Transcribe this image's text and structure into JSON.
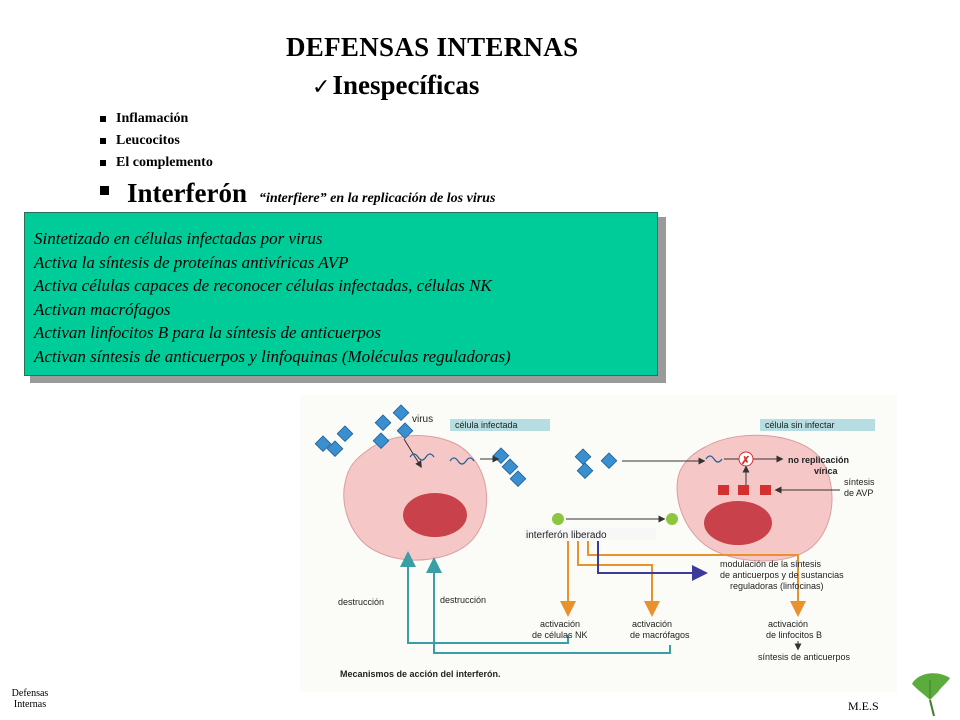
{
  "header": {
    "title": "DEFENSAS INTERNAS",
    "subtitle_check": "✓",
    "subtitle": "Inespecíficas"
  },
  "bullets": [
    {
      "label": "Inflamación"
    },
    {
      "label": "Leucocitos"
    },
    {
      "label": "El complemento"
    }
  ],
  "interferon": {
    "label": "Interferón",
    "note": "“interfiere” en la replicación de los virus"
  },
  "box_lines": [
    "Sintetizado en células infectadas por virus",
    "Activa la síntesis de proteínas antivíricas  AVP",
    "Activa células capaces de reconocer células infectadas, células NK",
    "Activan macrófagos",
    "Activan linfocitos B para la síntesis de anticuerpos",
    "Activan síntesis de anticuerpos y linfoquinas (Moléculas reguladoras)"
  ],
  "figure": {
    "label_infected": "célula infectada",
    "label_uninfected": "célula sin infectar",
    "virus": "virus",
    "no_replication_1": "no replicación",
    "no_replication_2": "vírica",
    "avp_1": "síntesis",
    "avp_2": "de AVP",
    "interferon_released": "interferón liberado",
    "modulation_1": "modulación de la síntesis",
    "modulation_2": "de anticuerpos y de sustancias",
    "modulation_3": "reguladoras (linfocinas)",
    "destruction_1": "destrucción",
    "destruction_2": "destrucción",
    "nk_1": "activación",
    "nk_2": "de células NK",
    "macro_1": "activación",
    "macro_2": "de macrófagos",
    "lymph_1": "activación",
    "lymph_2": "de linfocitos B",
    "antibodies": "síntesis de anticuerpos",
    "caption": "Mecanismos de acción del interferón.",
    "mark_x": "✗"
  },
  "footer": {
    "left_1": "Defensas",
    "left_2": "Internas",
    "right": "M.E.S"
  },
  "colors": {
    "green_box": "#00cc99",
    "cell_fill": "#f6c7c7",
    "nucleus": "#c9424b",
    "interferon": "#8cc63f",
    "arrow_orange": "#e8912d",
    "arrow_blue": "#3b3b9c",
    "arrow_teal": "#3a9ea5",
    "virus": "#3a8fd0",
    "label_bar": "#b6dde1",
    "avp_red": "#d62f2f"
  }
}
